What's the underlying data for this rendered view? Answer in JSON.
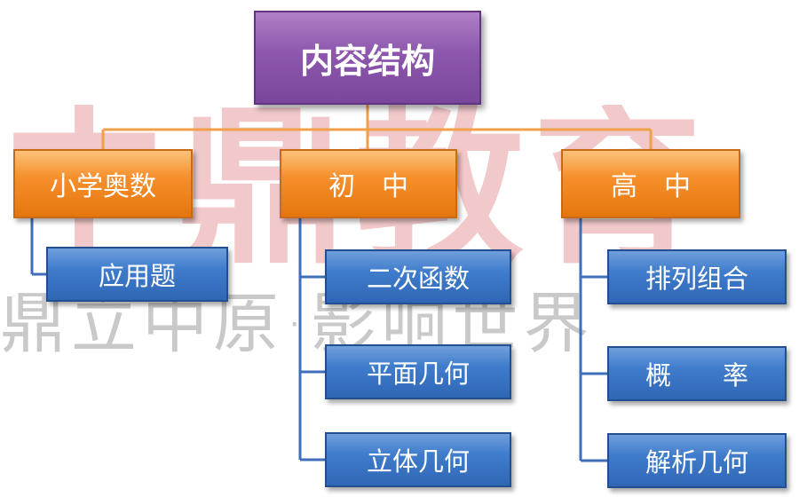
{
  "watermark": {
    "big": "中鼎教育",
    "small": "鼎立中原·影响世界"
  },
  "root": {
    "label": "内容结构"
  },
  "categories": [
    {
      "label": "小学奥数",
      "items": [
        "应用题"
      ]
    },
    {
      "label": "初　中",
      "items": [
        "二次函数",
        "平面几何",
        "立体几何"
      ]
    },
    {
      "label": "高　中",
      "items": [
        "排列组合",
        "概　　率",
        "解析几何"
      ]
    }
  ],
  "colors": {
    "root": "#8c57ad",
    "category": "#f5902c",
    "leaf": "#3f7ccb",
    "connector_orange": "#f0a04a",
    "connector_blue": "#3f6fb8"
  }
}
